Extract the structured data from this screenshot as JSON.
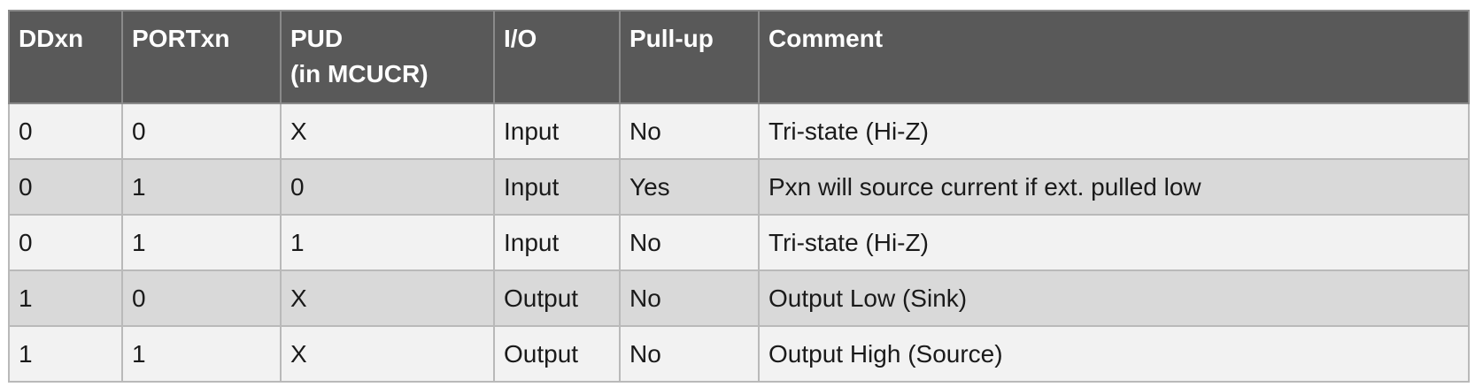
{
  "table": {
    "headers": {
      "ddxn": "DDxn",
      "portxn": "PORTxn",
      "pud_line1": "PUD",
      "pud_line2": "(in MCUCR)",
      "io": "I/O",
      "pullup": "Pull-up",
      "comment": "Comment"
    },
    "rows": [
      {
        "ddxn": "0",
        "portxn": "0",
        "pud": "X",
        "io": "Input",
        "pullup": "No",
        "comment": "Tri-state (Hi-Z)"
      },
      {
        "ddxn": "0",
        "portxn": "1",
        "pud": "0",
        "io": "Input",
        "pullup": "Yes",
        "comment": "Pxn will source current if ext. pulled low"
      },
      {
        "ddxn": "0",
        "portxn": "1",
        "pud": "1",
        "io": "Input",
        "pullup": "No",
        "comment": "Tri-state (Hi-Z)"
      },
      {
        "ddxn": "1",
        "portxn": "0",
        "pud": "X",
        "io": "Output",
        "pullup": "No",
        "comment": "Output Low (Sink)"
      },
      {
        "ddxn": "1",
        "portxn": "1",
        "pud": "X",
        "io": "Output",
        "pullup": "No",
        "comment": "Output High (Source)"
      }
    ]
  },
  "colors": {
    "header_bg": "#595959",
    "header_text": "#ffffff",
    "row_light": "#f2f2f2",
    "row_dark": "#d9d9d9",
    "border": "#b9b9b9"
  }
}
